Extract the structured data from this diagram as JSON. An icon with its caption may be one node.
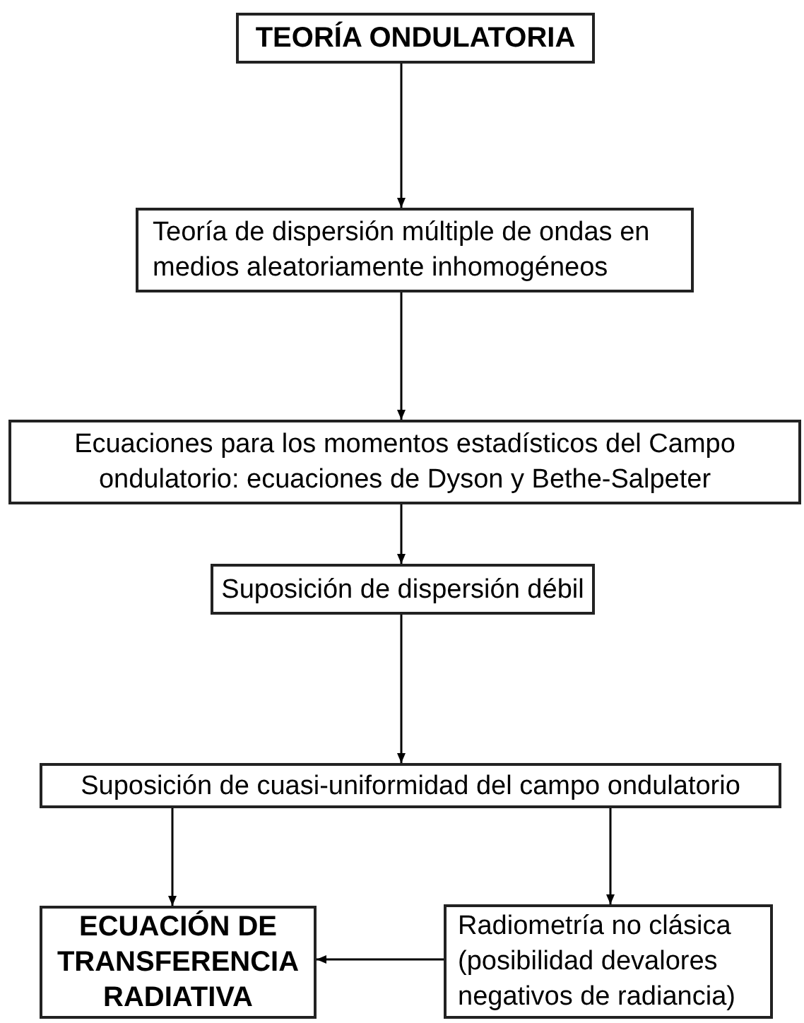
{
  "diagram": {
    "nodes": [
      {
        "text": [
          "TEORÍA ONDULATORIA"
        ]
      },
      {
        "text": [
          "Teoría de dispersión múltiple de ondas en medios aleatoriamente inhomogéneos"
        ]
      },
      {
        "text": [
          "Ecuaciones para los momentos estadísticos del Campo ondulatorio: ecuaciones de Dyson y Bethe-Salpeter"
        ]
      },
      {
        "text": [
          "Suposición de dispersión débil"
        ]
      },
      {
        "text": [
          "Suposición de cuasi-uniformidad del campo ondulatorio"
        ]
      },
      {
        "text": [
          "ECUACIÓN DE TRANSFERENCIA RADIATIVA"
        ]
      },
      {
        "text": [
          "Radiometría no clásica (posibilidad devalores negativos de radiancia)"
        ]
      }
    ],
    "edges": [
      {
        "from": 0,
        "to": 1,
        "arrow": "to"
      },
      {
        "from": 1,
        "to": 2,
        "arrow": "to"
      },
      {
        "from": 2,
        "to": 3,
        "arrow": "to"
      },
      {
        "from": 3,
        "to": 4,
        "arrow": "to"
      },
      {
        "from": 4,
        "to": 5,
        "arrow": "to"
      },
      {
        "from": 4,
        "to": 6,
        "arrow": "to"
      },
      {
        "from": 6,
        "to": 5,
        "arrow": "to"
      }
    ]
  }
}
